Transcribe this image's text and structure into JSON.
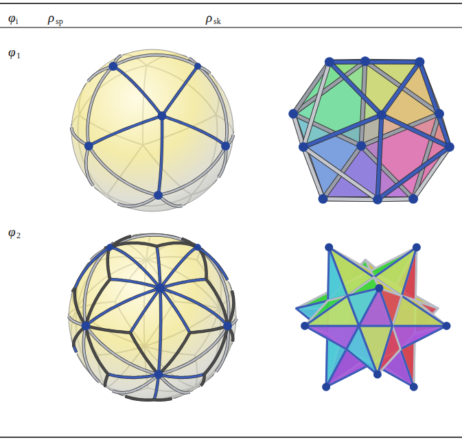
{
  "diagram": {
    "labels": [
      "φ",
      "i",
      "ρ",
      "sp",
      "ρ",
      "sk",
      "φ",
      "1",
      "φ",
      "2"
    ]
  }
}
